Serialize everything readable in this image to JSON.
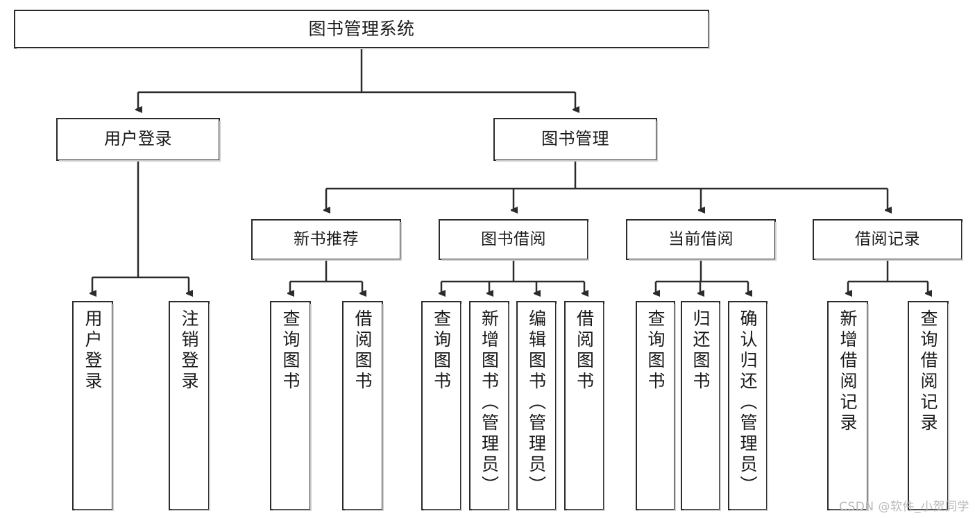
{
  "diagram": {
    "title": "图书管理系统",
    "type": "hierarchy-tree",
    "style": {
      "box_border": "#2b2b2b",
      "box_fill": "#ffffff",
      "connector": "#2b2b2b",
      "text": "#1a1a1a"
    },
    "root": {
      "label": "图书管理系统"
    },
    "level1": [
      {
        "label": "用户登录"
      },
      {
        "label": "图书管理"
      }
    ],
    "level2": [
      {
        "label": "新书推荐"
      },
      {
        "label": "图书借阅"
      },
      {
        "label": "当前借阅"
      },
      {
        "label": "借阅记录"
      }
    ],
    "leaves": {
      "user_login": [
        {
          "label": "用户登录"
        },
        {
          "label": "注销登录"
        }
      ],
      "new_book_recommend": [
        {
          "label": "查询图书"
        },
        {
          "label": "借阅图书"
        }
      ],
      "book_borrow": [
        {
          "label": "查询图书"
        },
        {
          "label": "新增图书（管理员）"
        },
        {
          "label": "编辑图书（管理员）"
        },
        {
          "label": "借阅图书"
        }
      ],
      "current_borrow": [
        {
          "label": "查询图书"
        },
        {
          "label": "归还图书"
        },
        {
          "label": "确认归还（管理员）"
        }
      ],
      "borrow_record": [
        {
          "label": "新增借阅记录"
        },
        {
          "label": "查询借阅记录"
        }
      ]
    }
  },
  "watermark": {
    "text": "CSDN @软件_小贺同学"
  }
}
